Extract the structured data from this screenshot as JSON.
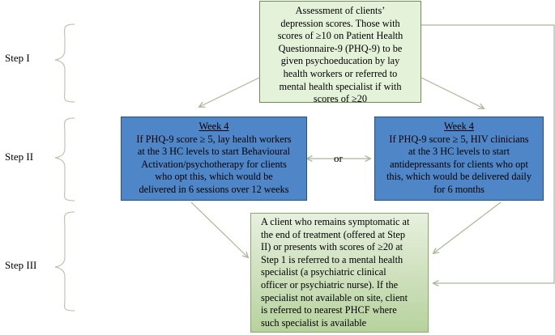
{
  "steps": {
    "step1": "Step I",
    "step2": "Step II",
    "step3": "Step III"
  },
  "boxes": {
    "assessment": {
      "lines": [
        "Assessment of clients’",
        "depression scores. Those with",
        "scores of ≥10 on Patient Health",
        "Questionnaire-9 (PHQ-9) to be",
        "given psychoeducation by lay",
        "health workers or referred to",
        "mental health specialist if with",
        "scores of ≥20"
      ]
    },
    "lay_workers": {
      "heading": "Week 4",
      "lines": [
        "If PHQ-9 score ≥ 5, lay health workers",
        "at the 3 HC levels to start Behavioural",
        "Activation/psychotherapy for clients",
        "who opt this, which would be",
        "delivered in 6 sessions over 12 weeks"
      ]
    },
    "hiv_clinicians": {
      "heading": "Week 4",
      "lines": [
        "If PHQ-9 score ≥ 5, HIV clinicians",
        "at the 3 HC levels to start",
        "antidepressants for clients who opt",
        "this, which would be delivered daily",
        "for 6 months"
      ]
    },
    "referral": {
      "lines": [
        "A client who remains symptomatic at",
        "the end of treatment (offered at Step",
        "II) or presents with scores of ≥20 at",
        "Step 1 is referred to a mental health",
        "specialist (a psychiatric clinical",
        "officer or psychiatric nurse). If the",
        "specialist not available on site, client",
        "is referred to nearest PHCF where",
        "such specialist is available"
      ]
    }
  },
  "connector": {
    "or_label": "or"
  },
  "colors": {
    "green_fill": "#e5f2da",
    "green_border": "#6e8e4f",
    "blue_fill": "#4f86c8",
    "blue_border": "#27507f",
    "arrow": "#a8b896",
    "brace": "#c8c0b0"
  }
}
